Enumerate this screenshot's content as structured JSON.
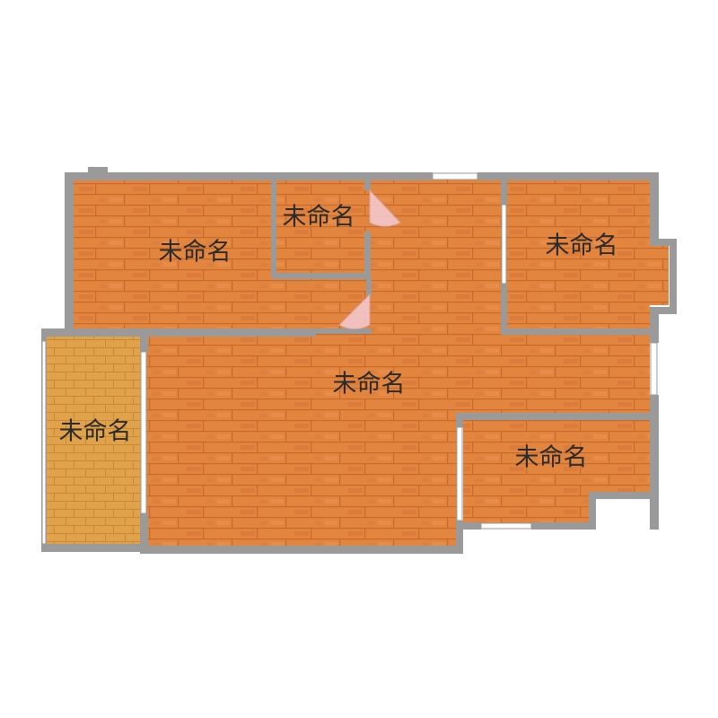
{
  "floor_plan": {
    "colors": {
      "wall": "#9a9a9a",
      "floor_wood": "#e2853f",
      "floor_wood_dark": "#c86a2b",
      "floor_balcony": "#e0a24a",
      "window_glass": "#ffffff",
      "door_leaf": "#f6ccd3",
      "label_text": "#2b2b2b"
    },
    "rooms": [
      {
        "id": "bedroom-top-left",
        "label": "未命名",
        "floor": "wood"
      },
      {
        "id": "small-room-top",
        "label": "未命名",
        "floor": "wood"
      },
      {
        "id": "bedroom-top-right",
        "label": "未命名",
        "floor": "wood"
      },
      {
        "id": "living-room",
        "label": "未命名",
        "floor": "wood"
      },
      {
        "id": "balcony-left",
        "label": "未命名",
        "floor": "balcony"
      },
      {
        "id": "room-bottom-right",
        "label": "未命名",
        "floor": "wood"
      }
    ]
  }
}
